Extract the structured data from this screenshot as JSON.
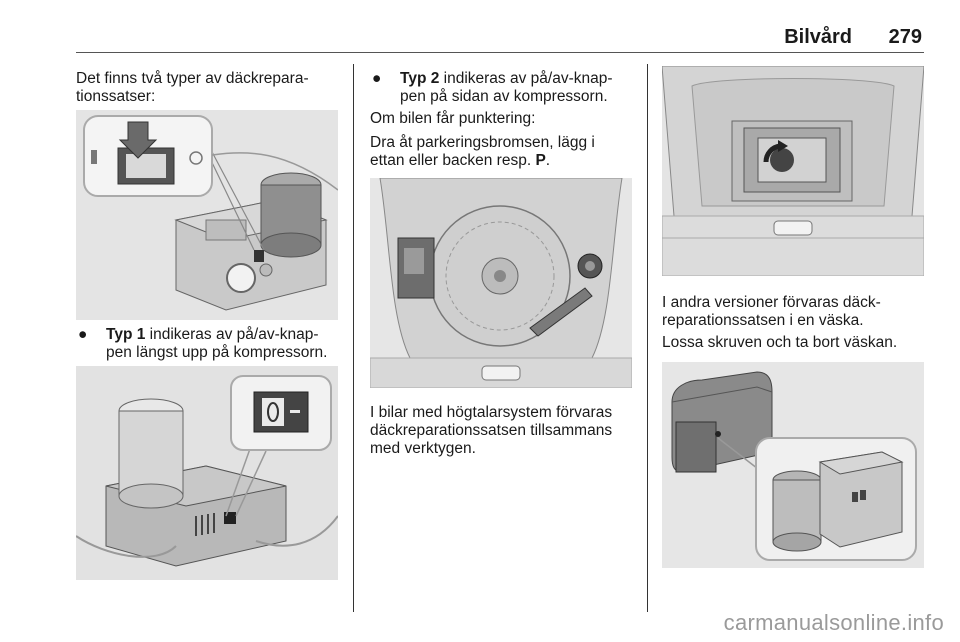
{
  "header": {
    "title": "Bilvård",
    "page_number": "279"
  },
  "col1": {
    "intro": "Det finns två typer av däckrepara-tionssatser:",
    "intro_line1": "Det finns två typer av däckrepara-",
    "intro_line2": "tionssatser:",
    "typ1_label": "Typ 1",
    "typ1_line1": " indikeras av på/av-knap-",
    "typ1_line2": "pen längst upp på kompressorn."
  },
  "col2": {
    "typ2_label": "Typ 2",
    "typ2_line1": " indikeras av på/av-knap-",
    "typ2_line2": "pen på sidan av kompressorn.",
    "puncture": "Om bilen får punktering:",
    "brake_line1": "Dra åt parkeringsbromsen, lägg i",
    "brake_line2": "ettan eller backen resp. ",
    "brake_gear": "P",
    "brake_end": ".",
    "speaker_line1": "I bilar med högtalarsystem förvaras",
    "speaker_line2": "däckreparationssatsen tillsammans",
    "speaker_line3": "med verktygen."
  },
  "col3": {
    "bag_line1": "I andra versioner förvaras däck-",
    "bag_line2": "reparationssatsen i en väska.",
    "unscrew": "Lossa skruven och ta bort väskan."
  },
  "footer": {
    "watermark": "carmanualsonline.info"
  },
  "icons": {
    "bullet": "●"
  }
}
